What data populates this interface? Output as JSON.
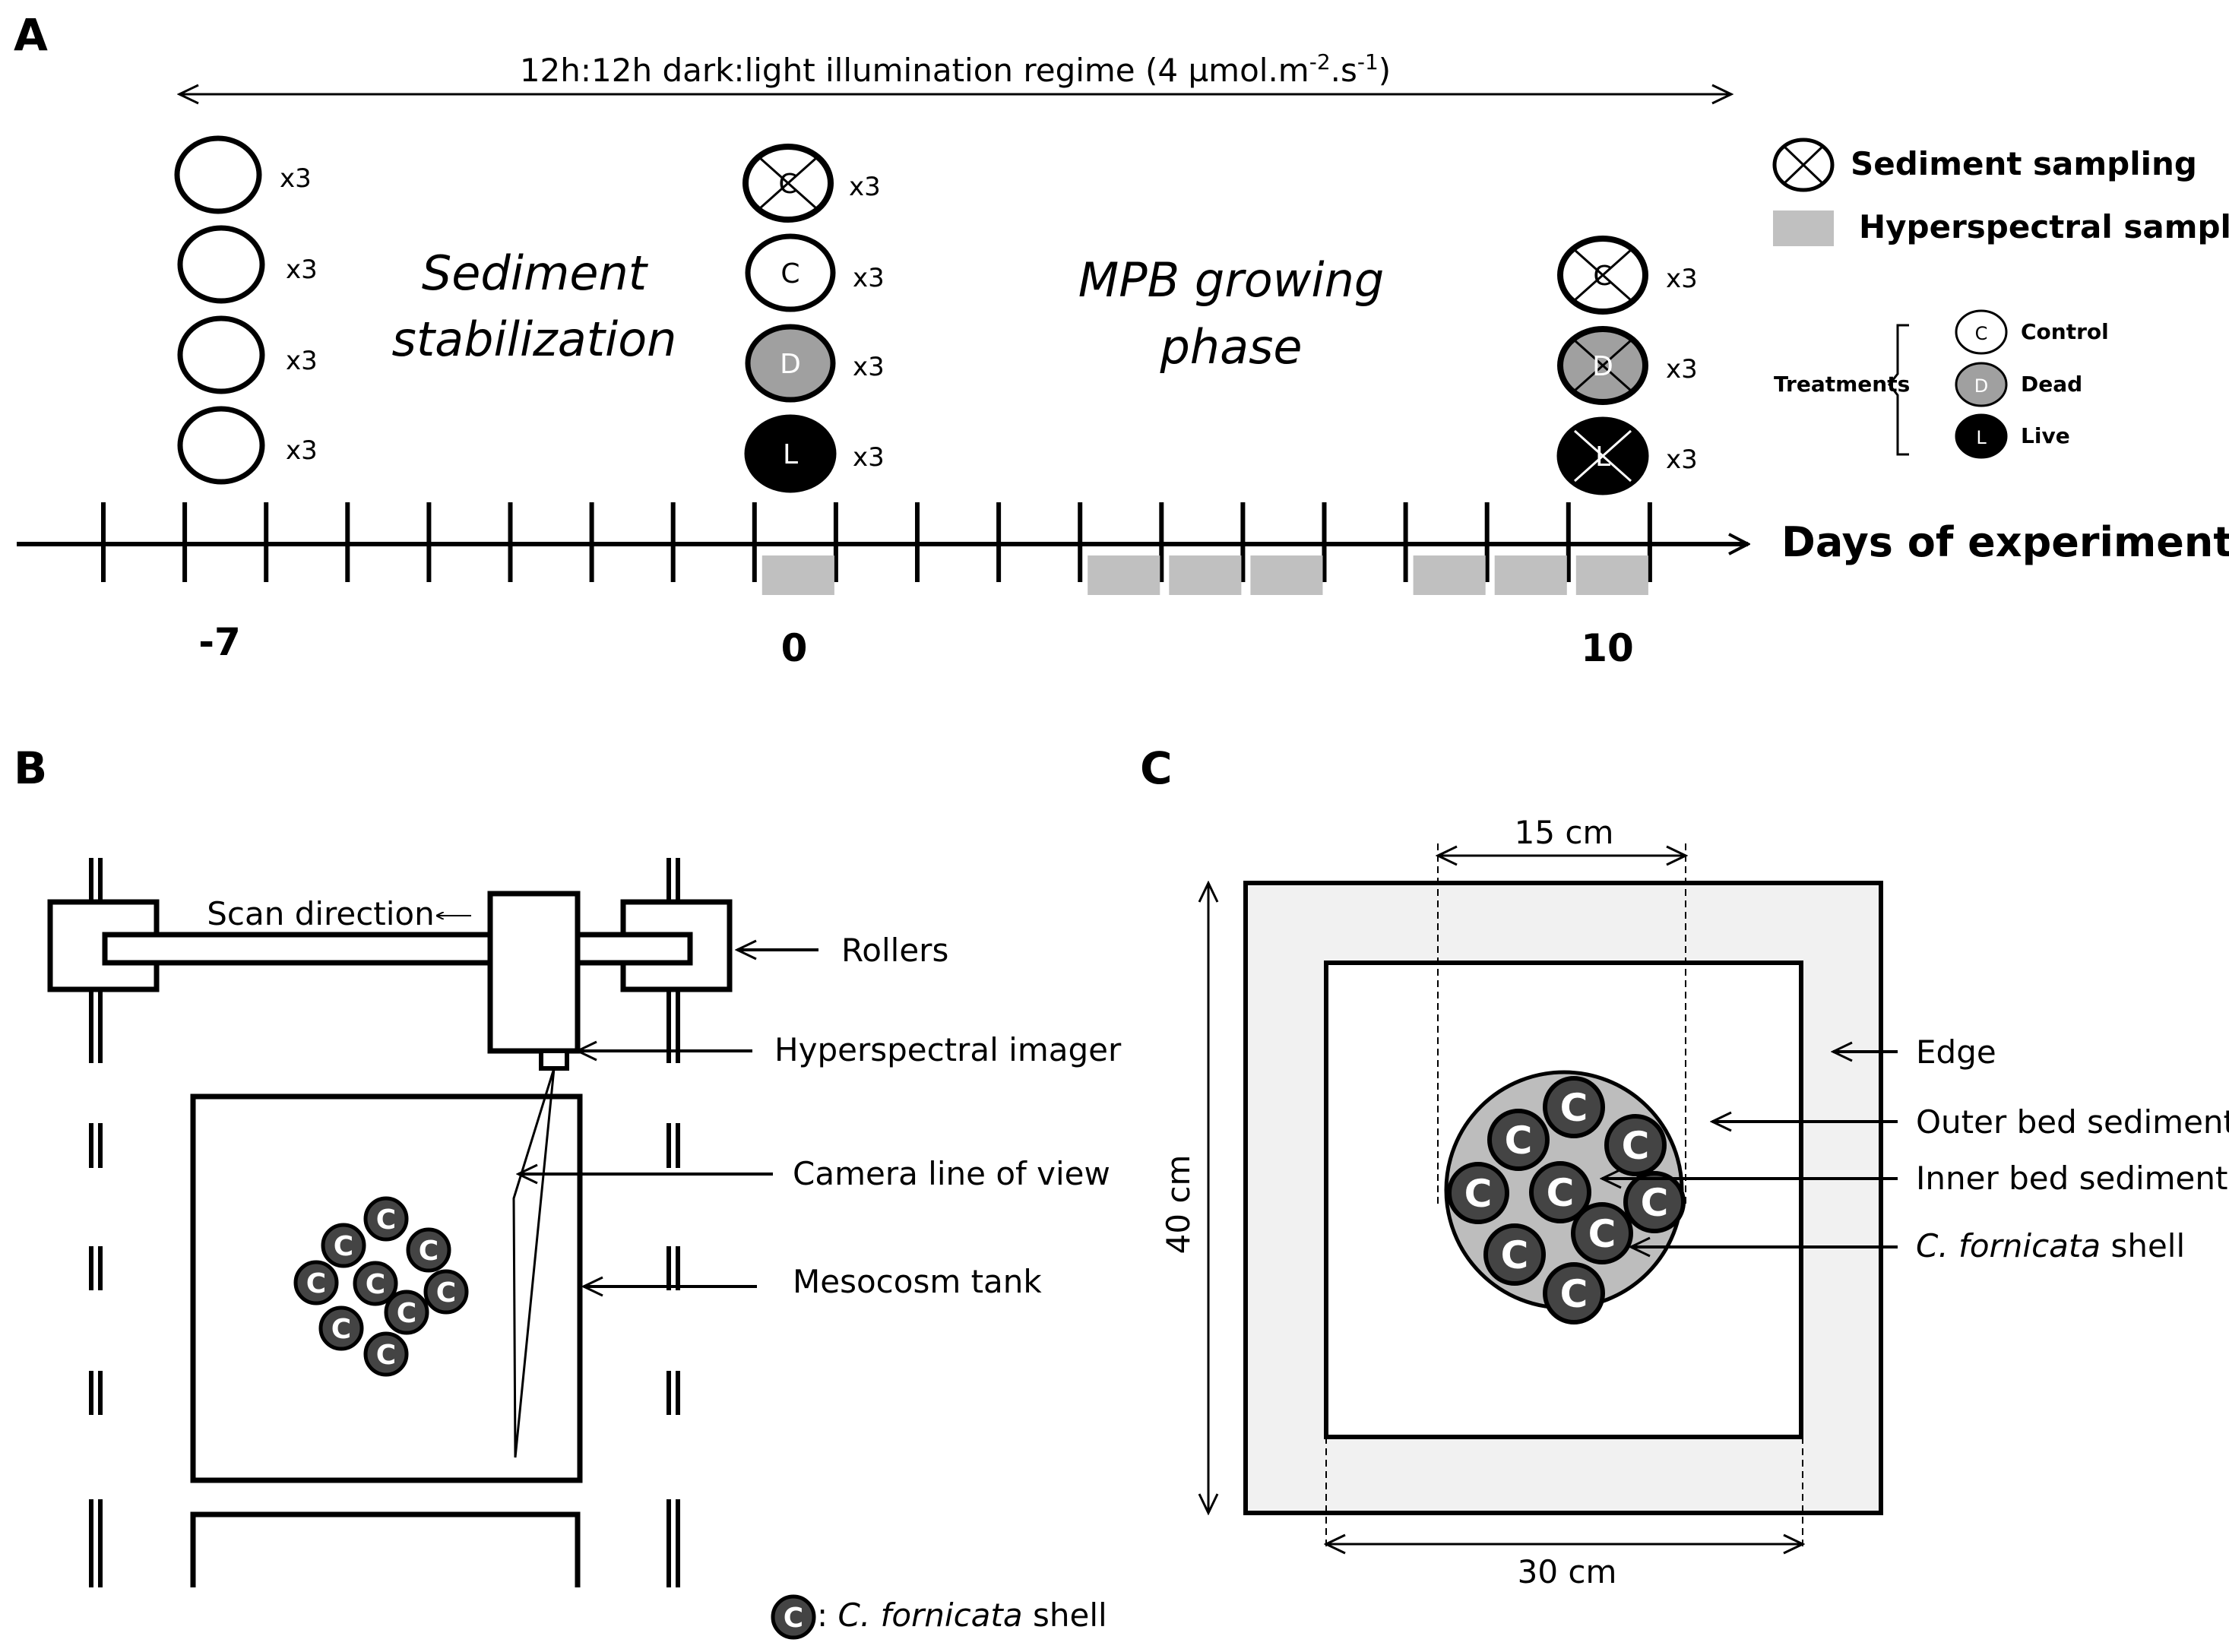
{
  "panels": {
    "a": "A",
    "b": "B",
    "c": "C"
  },
  "timeline": {
    "regime_main": "12h:12h dark:light illumination regime (4 µmol.m",
    "regime_sup1": "-2",
    "regime_mid": ".s",
    "regime_sup2": "-1",
    "regime_end": ")",
    "phase1_line1": "Sediment",
    "phase1_line2": "stabilization",
    "phase2_line1": "MPB growing",
    "phase2_line2": "phase",
    "axis_label": "Days of experiment",
    "tick_labels": [
      "-7",
      "0",
      "10"
    ],
    "multiplier": "x3"
  },
  "legend": {
    "sediment_sampling": "Sediment sampling",
    "hyperspectral_sampling": "Hyperspectral sampling",
    "treatments_label": "Treatments",
    "treatments": [
      {
        "code": "C",
        "name": "Control",
        "fill": "#ffffff",
        "text_color": "#000000"
      },
      {
        "code": "D",
        "name": "Dead",
        "fill": "#a0a0a0",
        "text_color": "#ffffff"
      },
      {
        "code": "L",
        "name": "Live",
        "fill": "#000000",
        "text_color": "#ffffff"
      }
    ]
  },
  "panel_b": {
    "scan_direction": "Scan direction",
    "rollers": "Rollers",
    "hyperspectral_imager": "Hyperspectral imager",
    "camera_line_of_view": "Camera line of view",
    "mesocosm_tank": "Mesocosm tank",
    "shell_symbol": "C",
    "shell_caption_prefix": ": ",
    "shell_caption_species": "C. fornicata",
    "shell_caption_suffix": " shell"
  },
  "panel_c": {
    "dim_top": "15 cm",
    "dim_left": "40 cm",
    "dim_bottom": "30 cm",
    "edge": "Edge",
    "outer_bed": "Outer bed sediment",
    "inner_bed": "Inner bed sediment",
    "shell_species": "C. fornicata",
    "shell_suffix": " shell"
  },
  "colors": {
    "hyperspectral_block": "#c0c0c0",
    "dead_fill": "#a0a0a0",
    "shell_fill": "#444444",
    "inner_bed_fill": "#bdbdbd",
    "edge_fill": "#f1f1f1"
  }
}
